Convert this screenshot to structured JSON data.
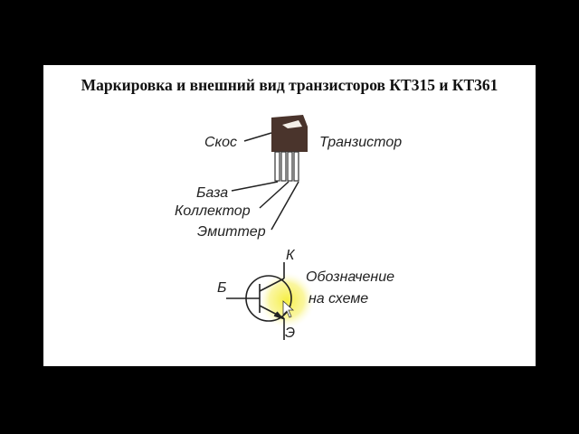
{
  "title": "Маркировка и внешний вид транзисторов КТ315 и КТ361",
  "labels": {
    "bevel": "Скос",
    "transistor": "Транзистор",
    "base": "База",
    "collector": "Коллектор",
    "emitter": "Эмиттер"
  },
  "symbol": {
    "k": "К",
    "b": "Б",
    "e": "Э",
    "caption_line1": "Обозначение",
    "caption_line2": "на схеме"
  },
  "colors": {
    "highlight": "#f5ee3a"
  }
}
